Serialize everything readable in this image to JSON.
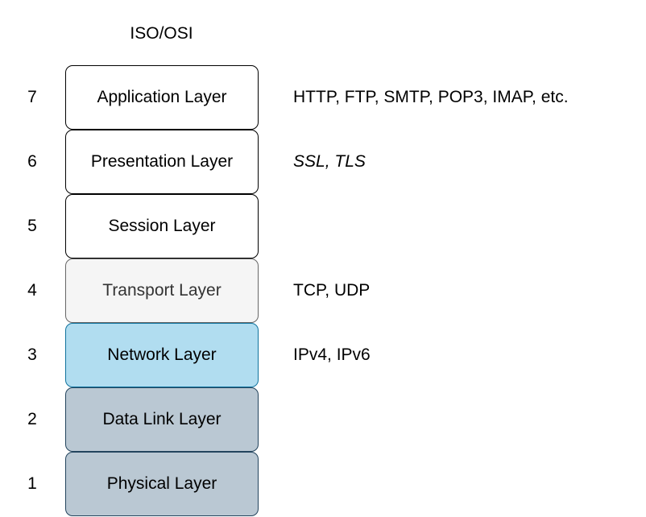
{
  "title": "ISO/OSI",
  "colors": {
    "default_fill": "#ffffff",
    "default_stroke": "#000000",
    "transport_fill": "#f5f5f5",
    "transport_stroke": "#666666",
    "transport_text": "#333333",
    "network_fill": "#b1ddf0",
    "network_stroke": "#10739e",
    "lower_fill": "#bac8d3",
    "lower_stroke": "#23445d"
  },
  "layers": [
    {
      "number": "7",
      "name": "Application Layer",
      "protocols": "HTTP, FTP, SMTP, POP3, IMAP, etc.",
      "fill": "#ffffff",
      "stroke": "#000000",
      "text_color": "#000000"
    },
    {
      "number": "6",
      "name": "Presentation Layer",
      "protocols": "SSL, TLS",
      "protocols_italic": true,
      "fill": "#ffffff",
      "stroke": "#000000",
      "text_color": "#000000"
    },
    {
      "number": "5",
      "name": "Session Layer",
      "protocols": "",
      "fill": "#ffffff",
      "stroke": "#000000",
      "text_color": "#000000"
    },
    {
      "number": "4",
      "name": "Transport Layer",
      "protocols": "TCP, UDP",
      "fill": "#f5f5f5",
      "stroke": "#666666",
      "text_color": "#333333"
    },
    {
      "number": "3",
      "name": "Network Layer",
      "protocols": "IPv4, IPv6",
      "fill": "#b1ddf0",
      "stroke": "#10739e",
      "text_color": "#000000"
    },
    {
      "number": "2",
      "name": "Data Link Layer",
      "protocols": "",
      "fill": "#bac8d3",
      "stroke": "#23445d",
      "text_color": "#000000"
    },
    {
      "number": "1",
      "name": "Physical Layer",
      "protocols": "",
      "fill": "#bac8d3",
      "stroke": "#23445d",
      "text_color": "#000000"
    }
  ]
}
